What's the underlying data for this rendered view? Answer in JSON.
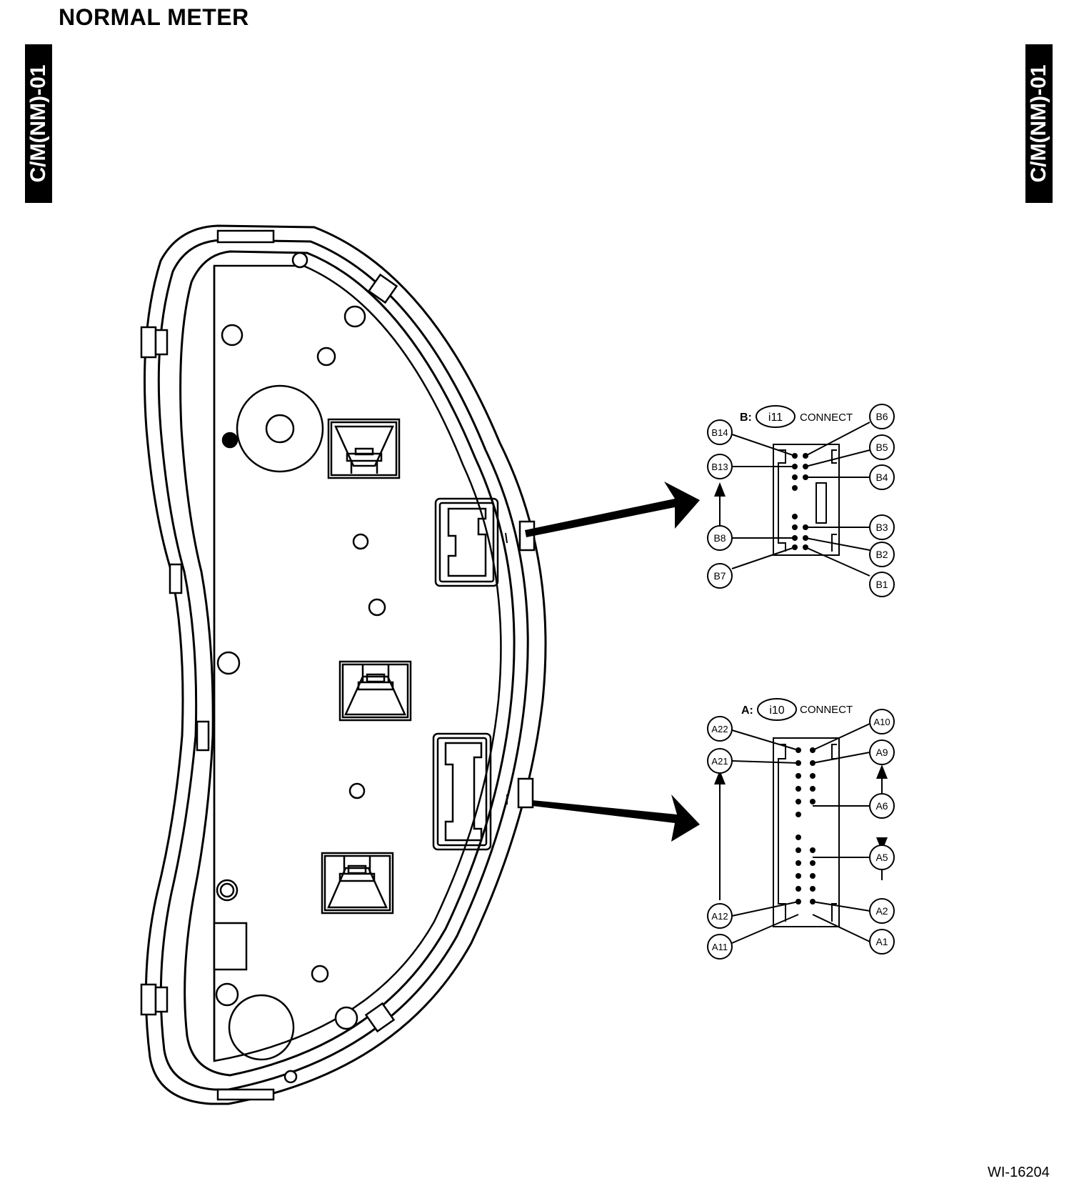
{
  "header": {
    "title": "NORMAL METER"
  },
  "side_tabs": {
    "left": "C/M(NM)-01",
    "right": "C/M(NM)-01"
  },
  "figure_id": "WI-16204",
  "connector_b": {
    "prefix": "B:",
    "connector_no": "i11",
    "suffix": "CONNECT",
    "pins": [
      "B14",
      "B13",
      "B8",
      "B7",
      "B6",
      "B5",
      "B4",
      "B3",
      "B2",
      "B1"
    ]
  },
  "connector_a": {
    "prefix": "A:",
    "connector_no": "i10",
    "suffix": "CONNECT",
    "pins": [
      "A22",
      "A21",
      "A12",
      "A11",
      "A10",
      "A9",
      "A6",
      "A5",
      "A2",
      "A1"
    ]
  }
}
